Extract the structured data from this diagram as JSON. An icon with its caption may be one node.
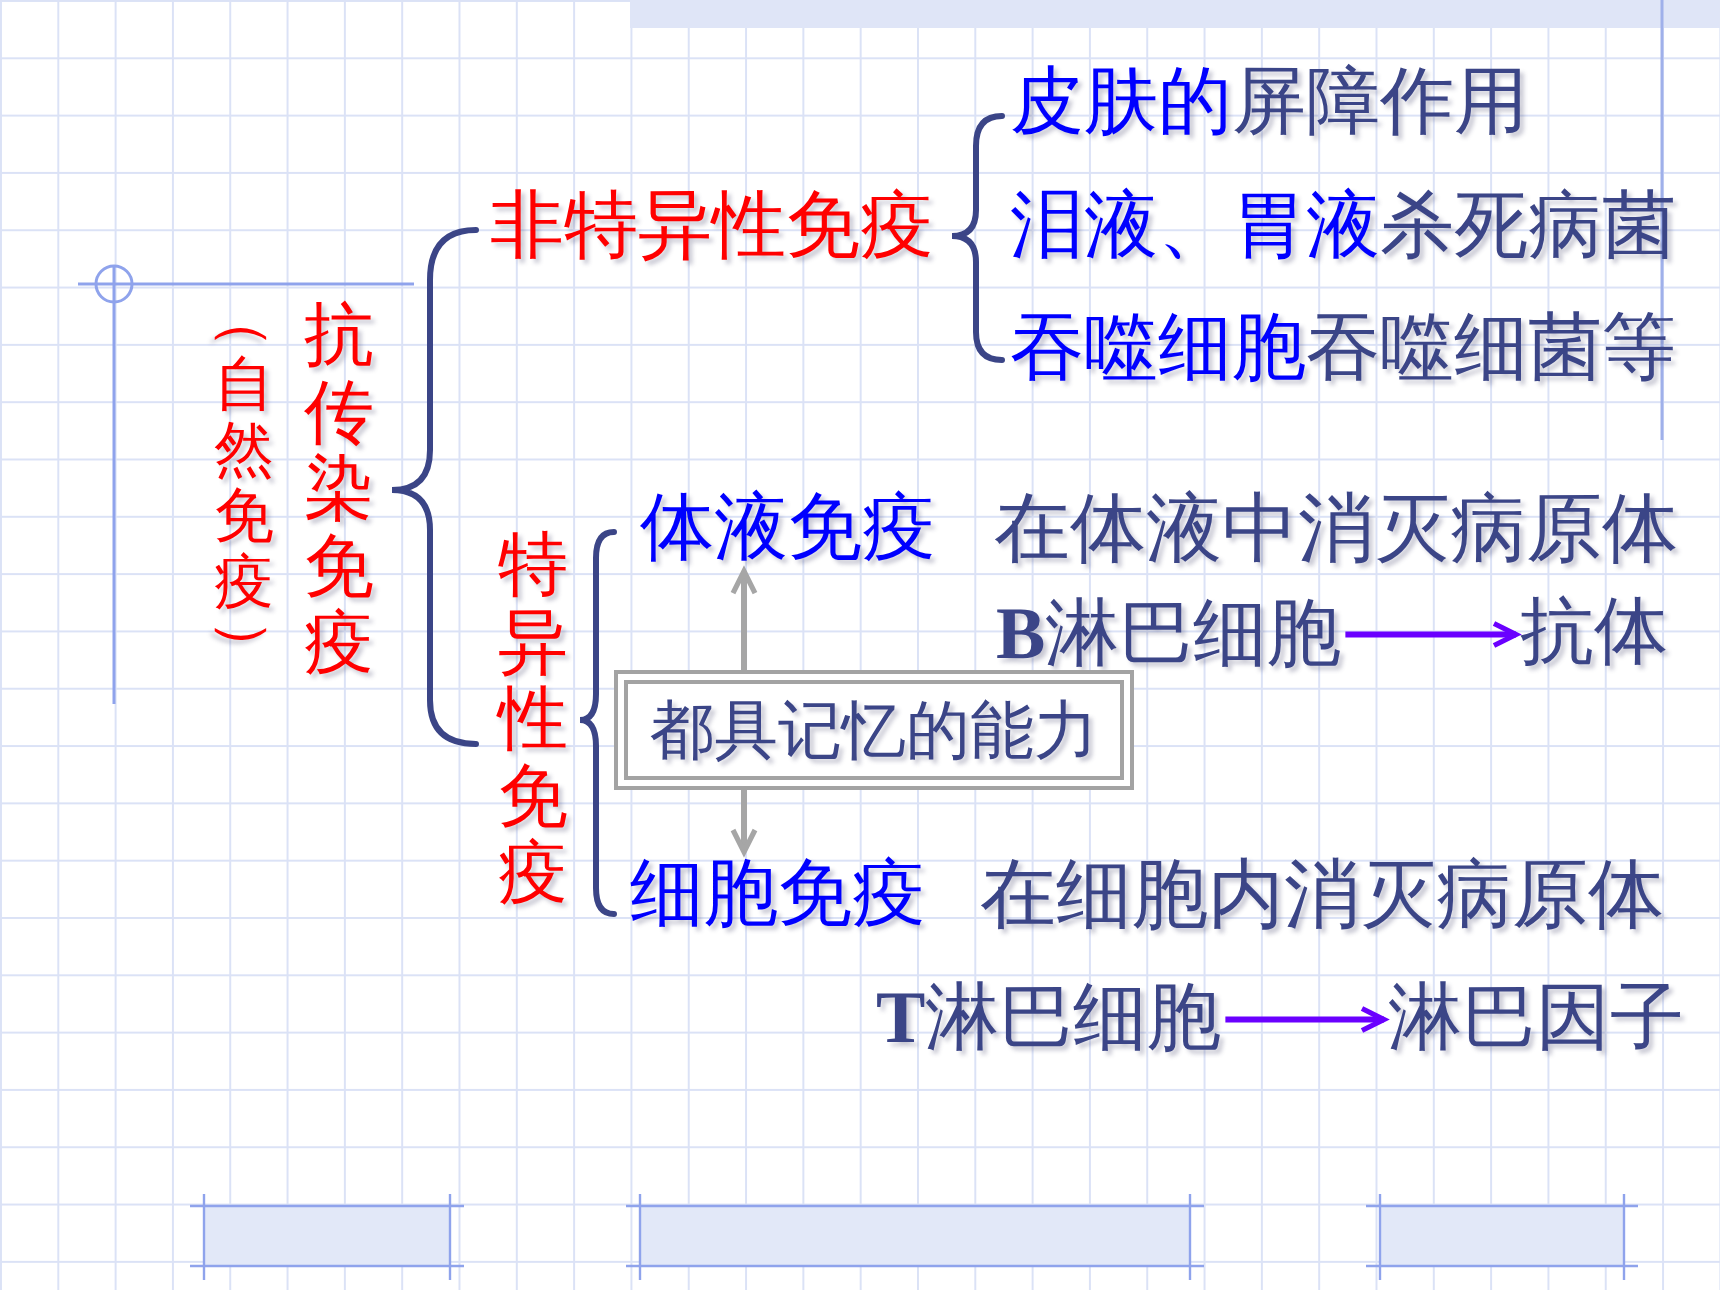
{
  "diagram": {
    "nodes": [
      {
        "text": [
          "体液免疫"
        ]
      },
      {
        "text": [
          "**B**淋巴细胞"
        ]
      },
      {
        "text": [
          "抗体"
        ]
      },
      {
        "text": [
          "都具记忆的能力"
        ]
      },
      {
        "text": [
          "细胞免疫"
        ]
      },
      {
        "text": [
          "**T**淋巴细胞"
        ]
      },
      {
        "text": [
          "淋巴因子"
        ]
      }
    ],
    "edges": [
      {
        "from": 1,
        "to": 2,
        "arrow": "to",
        "color": "#6a00ff"
      },
      {
        "from": 3,
        "to": 0,
        "arrow": "to",
        "color": "#a6a6a6"
      },
      {
        "from": 3,
        "to": 4,
        "arrow": "to",
        "color": "#a6a6a6"
      },
      {
        "from": 5,
        "to": 6,
        "arrow": "to",
        "color": "#6a00ff"
      }
    ],
    "labels": [
      "抗传染免疫",
      "（自然免疫）",
      "非特异性免疫",
      "皮肤的屏障作用",
      "泪液、胃液杀死病菌",
      "吞噬细胞吞噬细菌等",
      "特异性免疫",
      "在体液中消灭病原体",
      "在细胞内消灭病原体"
    ]
  }
}
